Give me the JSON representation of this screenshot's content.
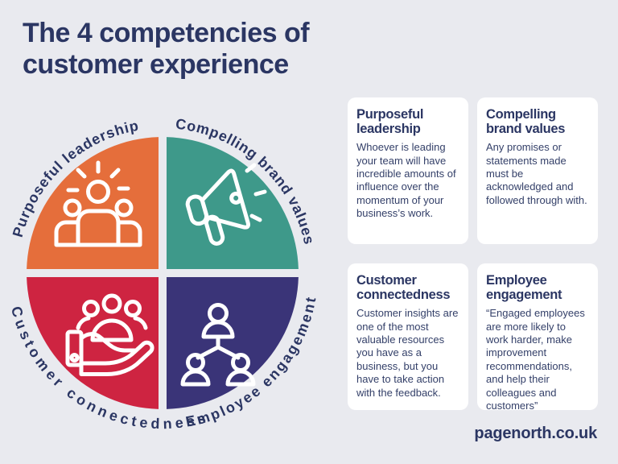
{
  "page": {
    "title_line1": "The 4 competencies of",
    "title_line2": "customer experience",
    "footer_url": "pagenorth.co.uk",
    "background": "#E9EAEF",
    "text_color": "#2B3663"
  },
  "diagram": {
    "quadrants": [
      {
        "label": "Purposeful leadership",
        "color": "#E56E3B",
        "icon": "leadership-group-icon"
      },
      {
        "label": "Compelling brand values",
        "color": "#3E998A",
        "icon": "megaphone-icon"
      },
      {
        "label": "Customer connectedness",
        "color": "#CE2441",
        "icon": "hand-holding-customers-icon"
      },
      {
        "label": "Employee engagement",
        "color": "#3A3478",
        "icon": "org-chart-icon"
      }
    ]
  },
  "cards": [
    {
      "title": "Purposeful leadership",
      "body": "Whoever is leading your team will have incredible amounts of influence over the momentum of your business’s work."
    },
    {
      "title": "Compelling brand values",
      "body": "Any promises or statements made must be acknowledged and followed through with."
    },
    {
      "title": "Customer connectedness",
      "body": "Customer insights are one of the most valuable resources you have as a business, but you have to take action with the feedback."
    },
    {
      "title": "Employee engagement",
      "body": "“Engaged employees are more likely to work harder, make improvement recommendations, and help their colleagues and customers”"
    }
  ]
}
